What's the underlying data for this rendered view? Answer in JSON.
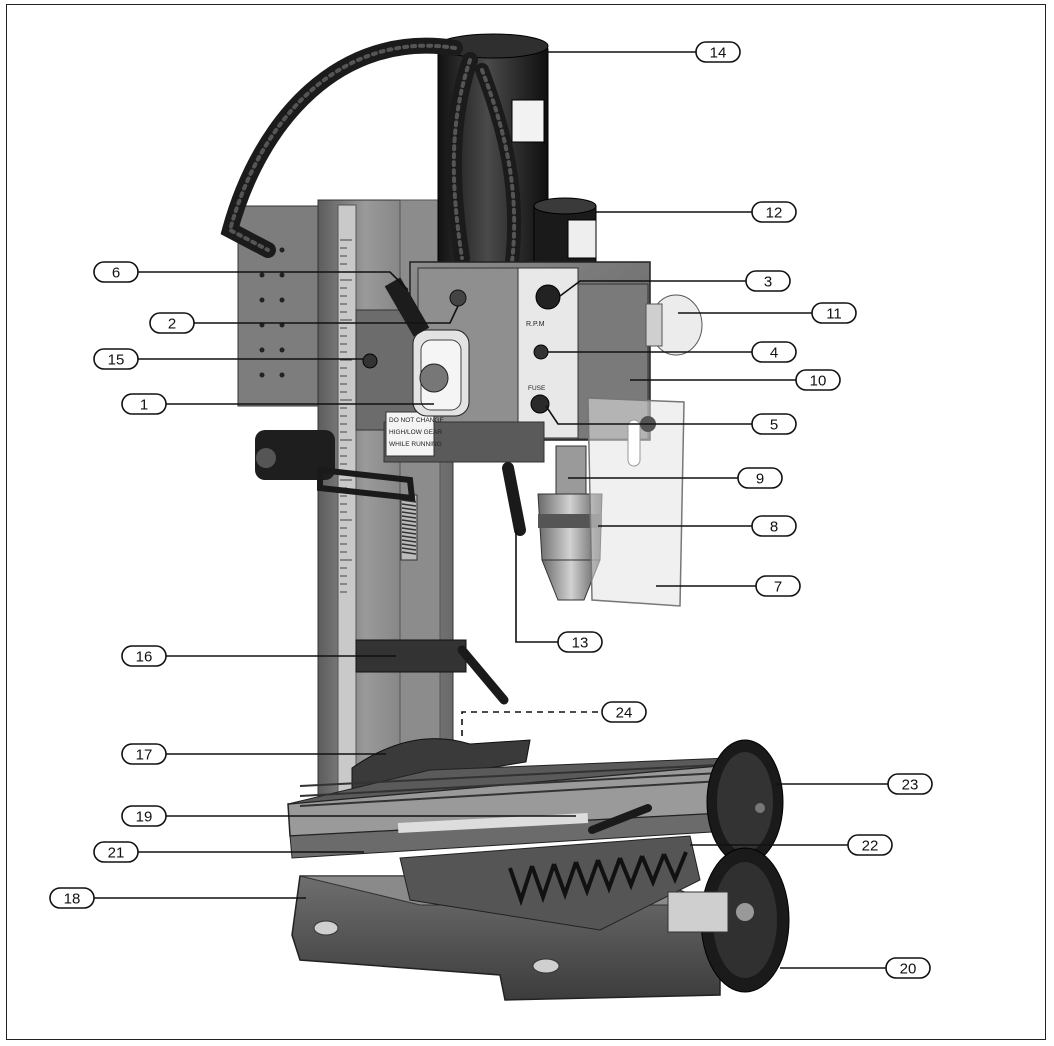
{
  "colors": {
    "frame": "#222222",
    "machine_dark": "#2a2a2a",
    "machine_mid": "#7a7a7a",
    "machine_light": "#b9b9b9",
    "leader": "#111111"
  },
  "machine_labels": {
    "warning": [
      "DO NOT CHANGE",
      "HIGH/LOW GEAR",
      "WHILE RUNNING"
    ],
    "rpm": "R.P.M",
    "fuse": "FUSE"
  },
  "callouts": [
    {
      "id": "14",
      "number": "14"
    },
    {
      "id": "12",
      "number": "12"
    },
    {
      "id": "3",
      "number": "3"
    },
    {
      "id": "6",
      "number": "6"
    },
    {
      "id": "11",
      "number": "11"
    },
    {
      "id": "2",
      "number": "2"
    },
    {
      "id": "4",
      "number": "4"
    },
    {
      "id": "15",
      "number": "15"
    },
    {
      "id": "10",
      "number": "10"
    },
    {
      "id": "1",
      "number": "1"
    },
    {
      "id": "5",
      "number": "5"
    },
    {
      "id": "9",
      "number": "9"
    },
    {
      "id": "8",
      "number": "8"
    },
    {
      "id": "7",
      "number": "7"
    },
    {
      "id": "13",
      "number": "13"
    },
    {
      "id": "16",
      "number": "16"
    },
    {
      "id": "24",
      "number": "24"
    },
    {
      "id": "17",
      "number": "17"
    },
    {
      "id": "23",
      "number": "23"
    },
    {
      "id": "19",
      "number": "19"
    },
    {
      "id": "21",
      "number": "21"
    },
    {
      "id": "22",
      "number": "22"
    },
    {
      "id": "18",
      "number": "18"
    },
    {
      "id": "20",
      "number": "20"
    }
  ]
}
